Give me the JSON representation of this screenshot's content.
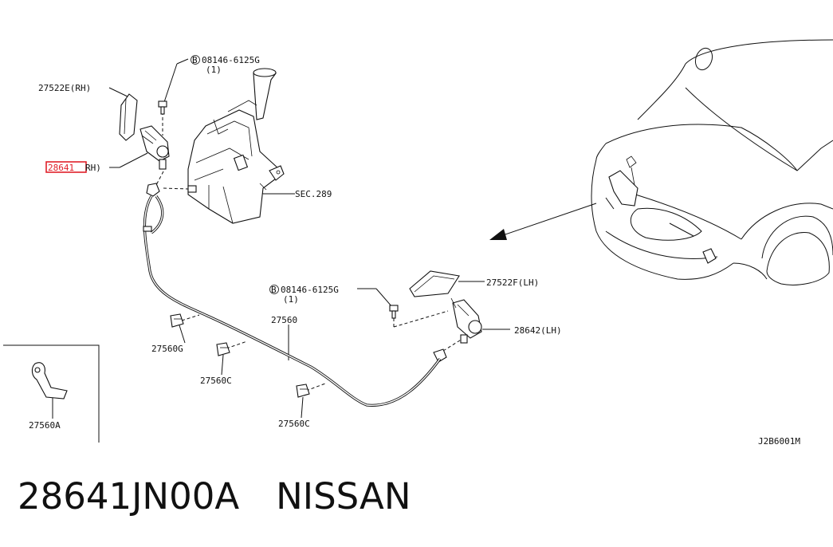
{
  "labels": {
    "bolt_top": "08146-6125G",
    "bolt_top_qty": "(1)",
    "bolt_top_symbol": "B",
    "cover_rh": "27522E(RH)",
    "nozzle_rh_num": "28641",
    "nozzle_rh_side": "RH)",
    "sec": "SEC.289",
    "bolt_mid": "08146-6125G",
    "bolt_mid_qty": "(1)",
    "bolt_mid_symbol": "B",
    "cover_lh": "27522F(LH)",
    "nozzle_lh": "28642(LH)",
    "hose": "27560",
    "clip_g": "27560G",
    "clip_c1": "27560C",
    "clip_c2": "27560C",
    "clip_a": "27560A",
    "drawing_code": "J2B6001M"
  },
  "footer": {
    "part_number": "28641JN00A",
    "brand": "NISSAN"
  },
  "colors": {
    "highlight": "#e0202a",
    "ink": "#111111"
  }
}
